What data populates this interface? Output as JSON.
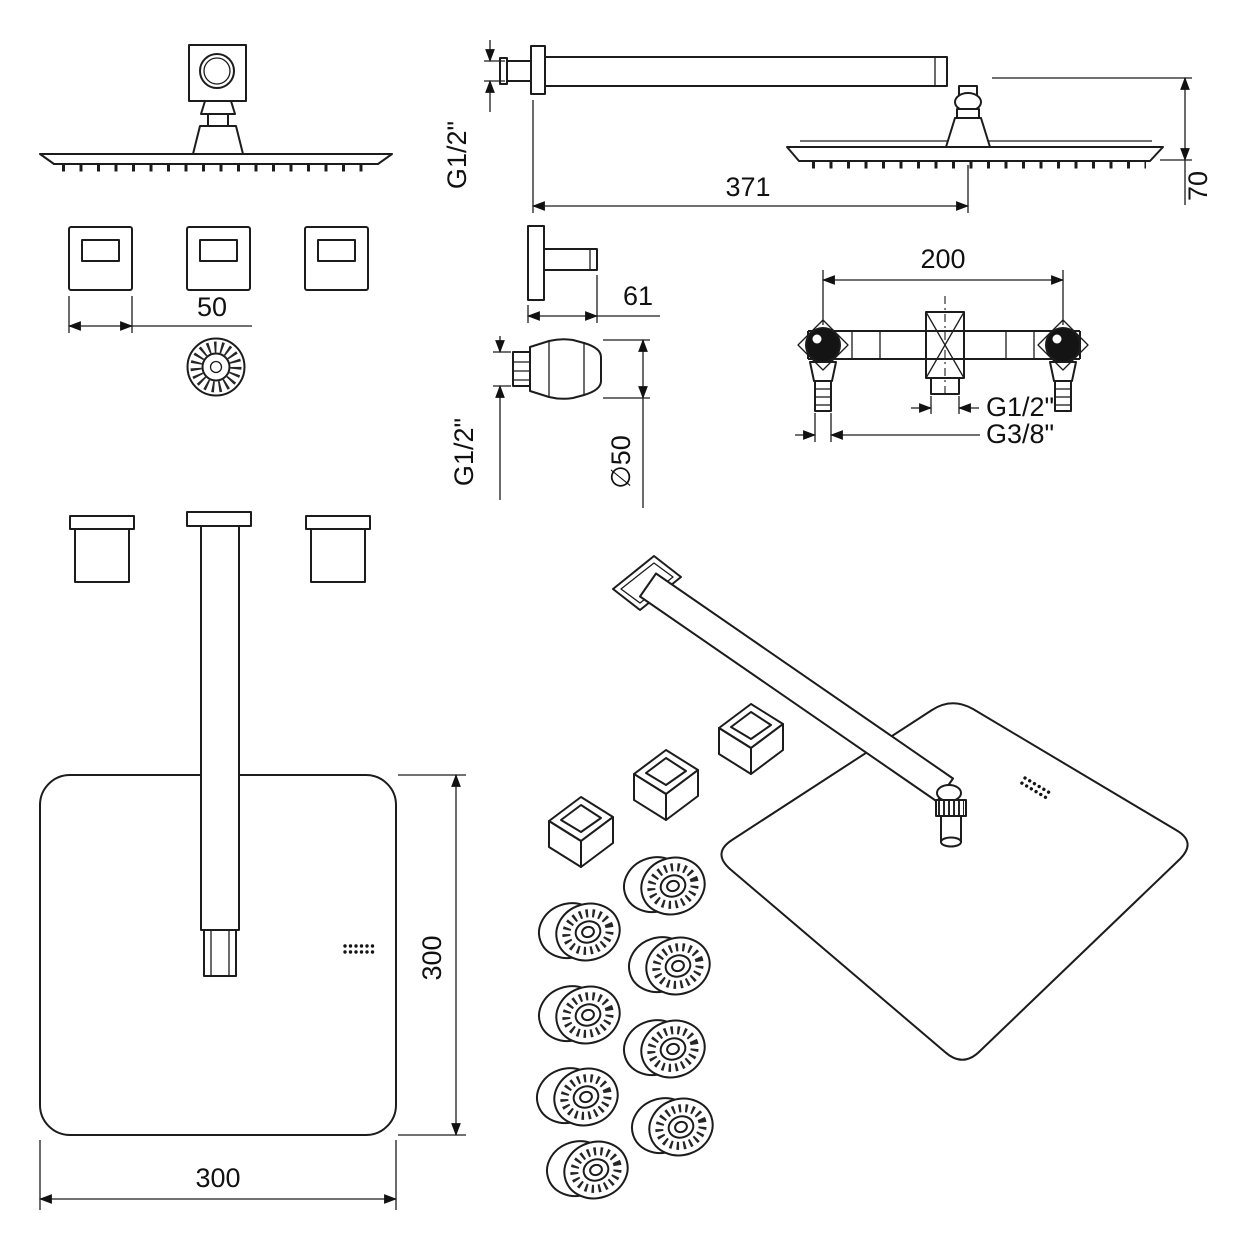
{
  "drawing": {
    "labels": {
      "handle_width": "50",
      "arm_thread": "G1/2\"",
      "arm_length": "371",
      "head_drop": "70",
      "spout_length": "61",
      "aerator_thread": "G1/2\"",
      "aerator_diameter": "∅50",
      "valve_spacing": "200",
      "valve_outlet_thread": "G1/2\"",
      "valve_inlet_thread": "G3/8\"",
      "head_depth": "300",
      "head_width": "300"
    }
  }
}
